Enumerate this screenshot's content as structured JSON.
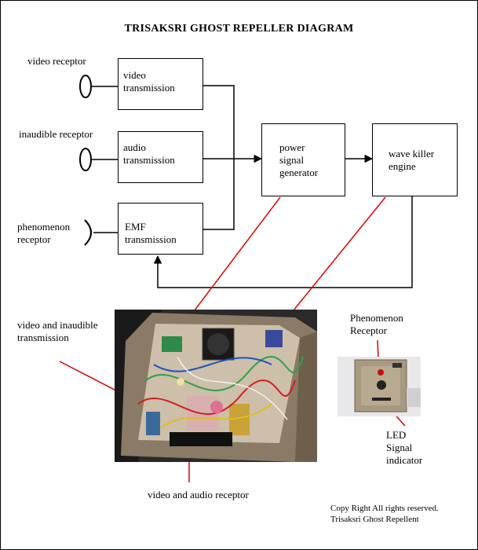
{
  "title": "TRISAKSRI GHOST REPELLER DIAGRAM",
  "receptors": {
    "video": "video receptor",
    "inaudible": "inaudible receptor",
    "phenomenon": "phenomenon\nreceptor"
  },
  "blocks": {
    "video_tx": "video\ntransmission",
    "audio_tx": "audio\ntransmission",
    "emf_tx": "EMF\ntransmission",
    "power_gen": "power\nsignal\ngenerator",
    "wave_killer": "wave killer\nengine"
  },
  "photo_labels": {
    "video_inaudible_tx": "video and inaudible\ntransmission",
    "video_audio_receptor": "video and audio receptor",
    "phenomenon_receptor": "Phenomenon\nReceptor",
    "led_indicator": "LED\nSignal\nindicator"
  },
  "copyright": {
    "line1": "Copy Right All rights reserved.",
    "line2": "Trisaksri Ghost Repellent"
  },
  "colors": {
    "line": "#000000",
    "pointer": "#e00000"
  }
}
